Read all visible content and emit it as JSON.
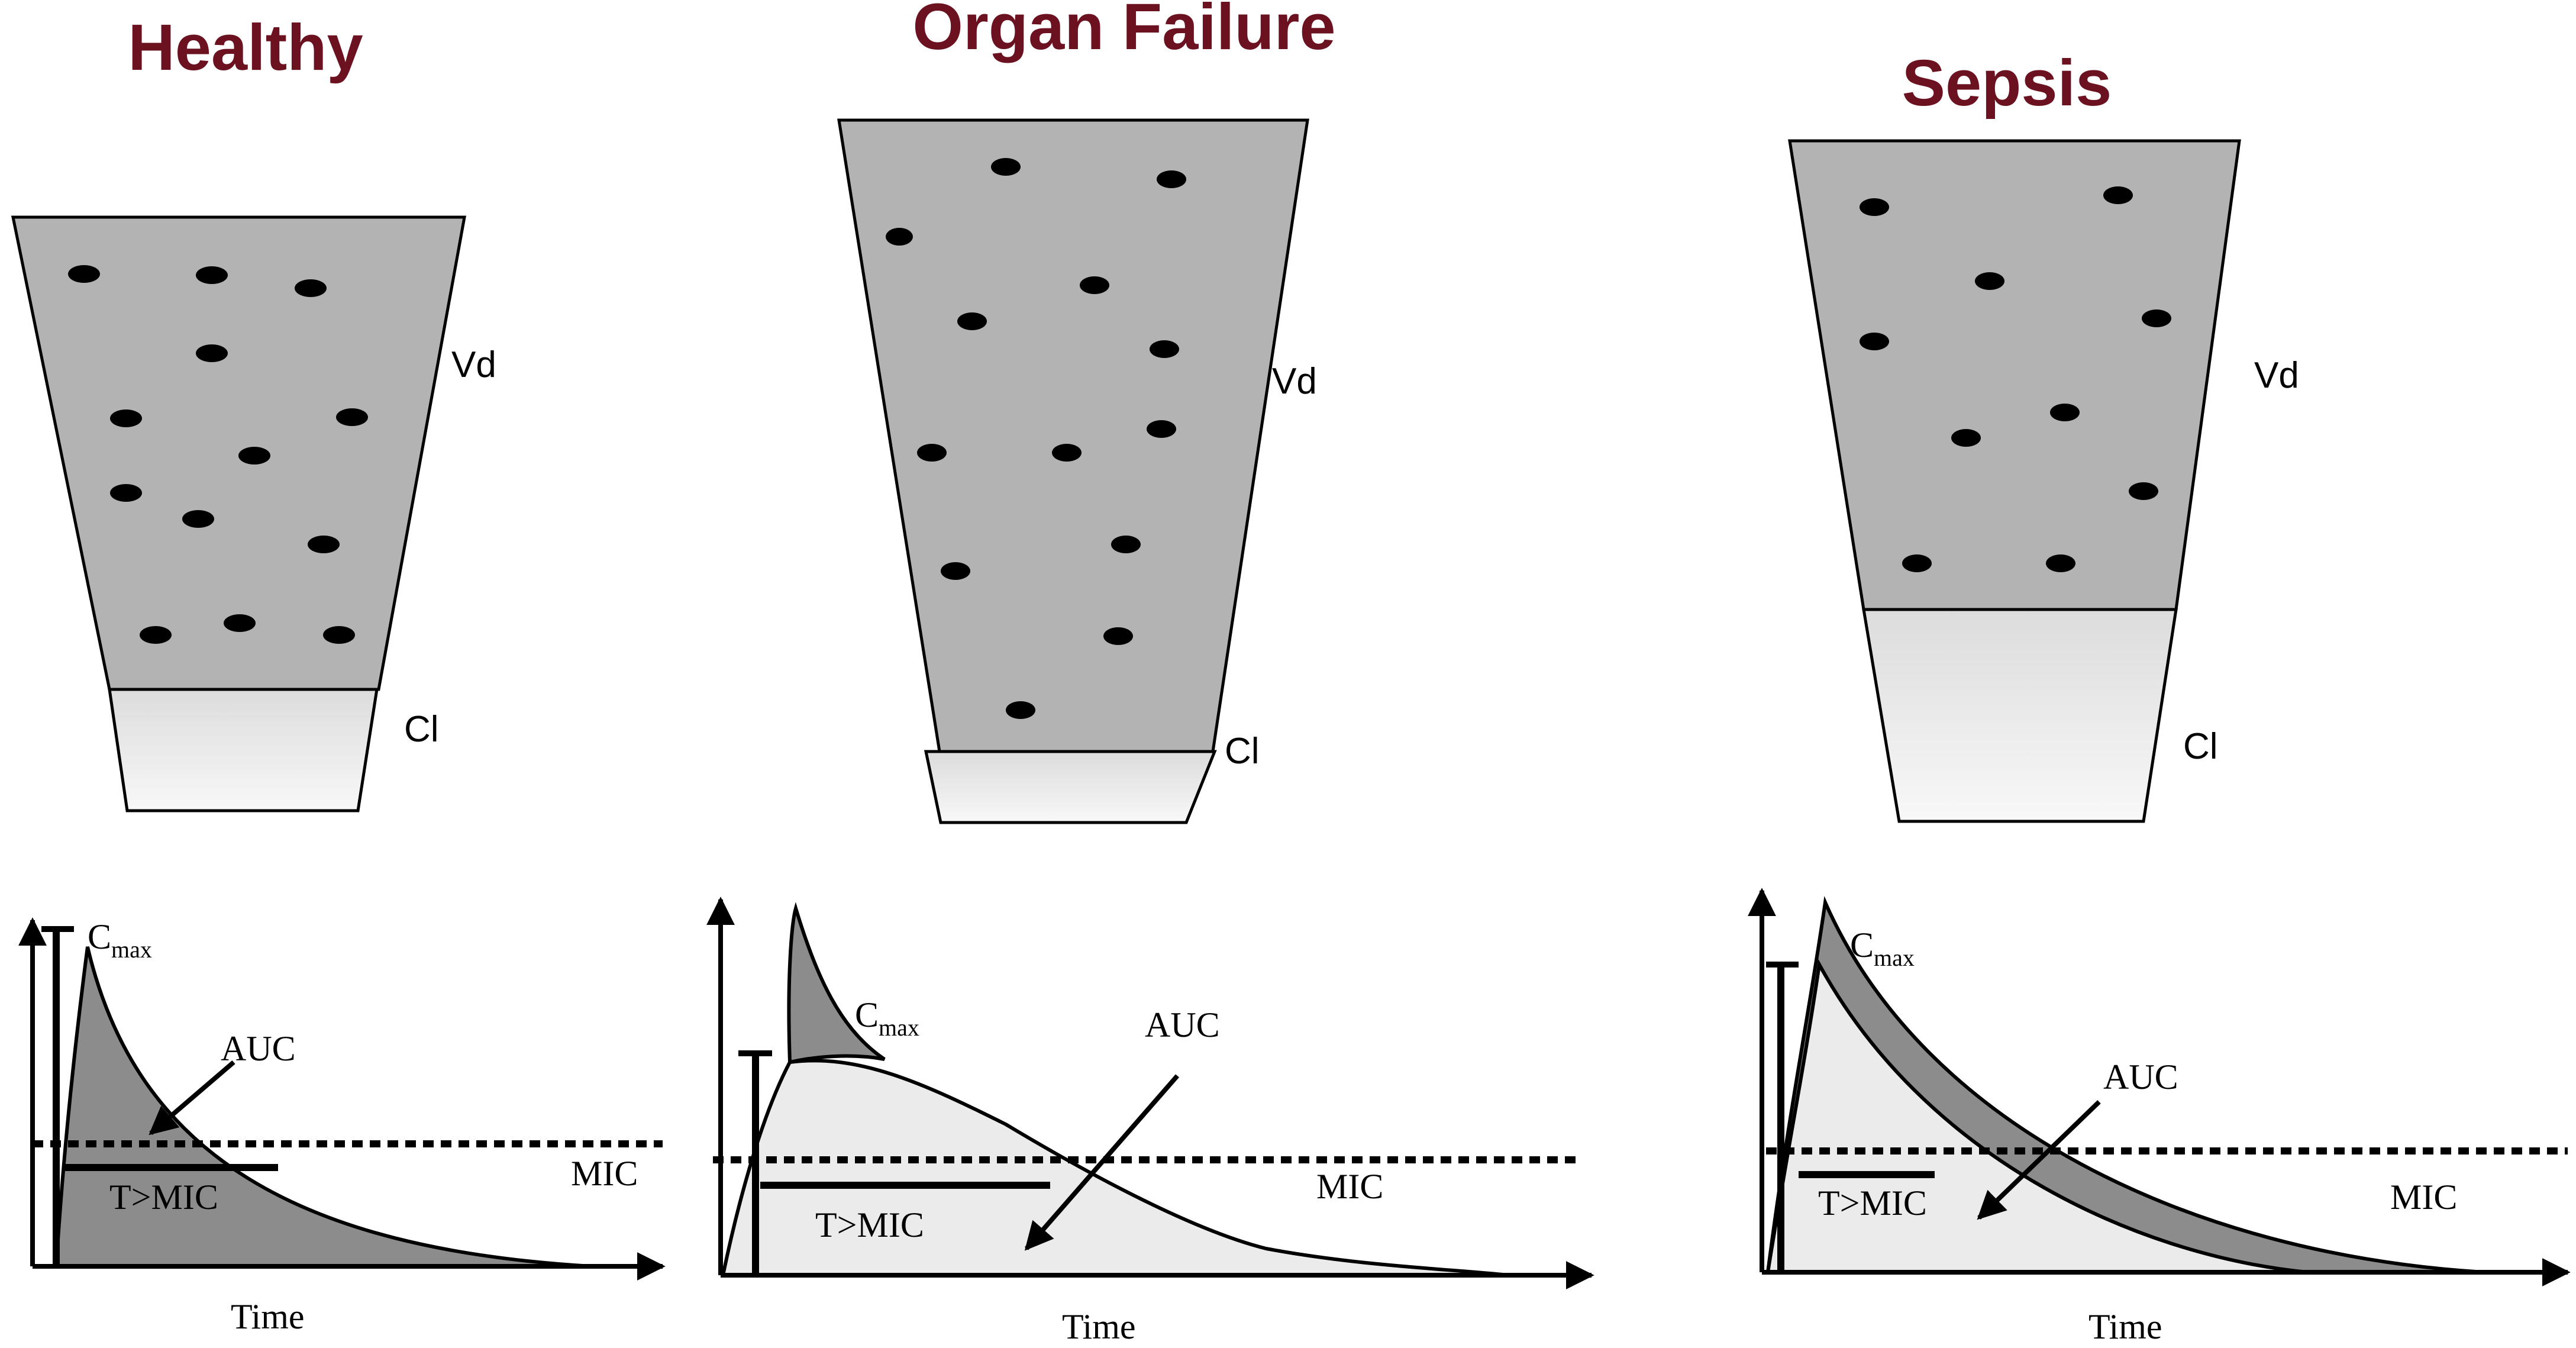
{
  "panels": [
    {
      "title": "Healthy",
      "vd_label": "Vd",
      "cl_label": "Cl",
      "cmax_label": "C",
      "cmax_sub": "max",
      "auc_label": "AUC",
      "tmic_label": "T>MIC",
      "mic_label": "MIC",
      "time_label": "Time"
    },
    {
      "title": "Organ Failure",
      "vd_label": "Vd",
      "cl_label": "Cl",
      "cmax_label": "C",
      "cmax_sub": "max",
      "auc_label": "AUC",
      "tmic_label": "T>MIC",
      "mic_label": "MIC",
      "time_label": "Time"
    },
    {
      "title": "Sepsis",
      "vd_label": "Vd",
      "cl_label": "Cl",
      "cmax_label": "C",
      "cmax_sub": "max",
      "auc_label": "AUC",
      "tmic_label": "T>MIC",
      "mic_label": "MIC",
      "time_label": "Time"
    }
  ],
  "colors": {
    "title": "#6b1120",
    "vd_fill": "#b3b3b3",
    "cl_fill_top": "#dedede",
    "cl_fill_bottom": "#f7f7f7",
    "curve_dark": "#8c8c8c",
    "curve_light": "#ebebeb"
  }
}
